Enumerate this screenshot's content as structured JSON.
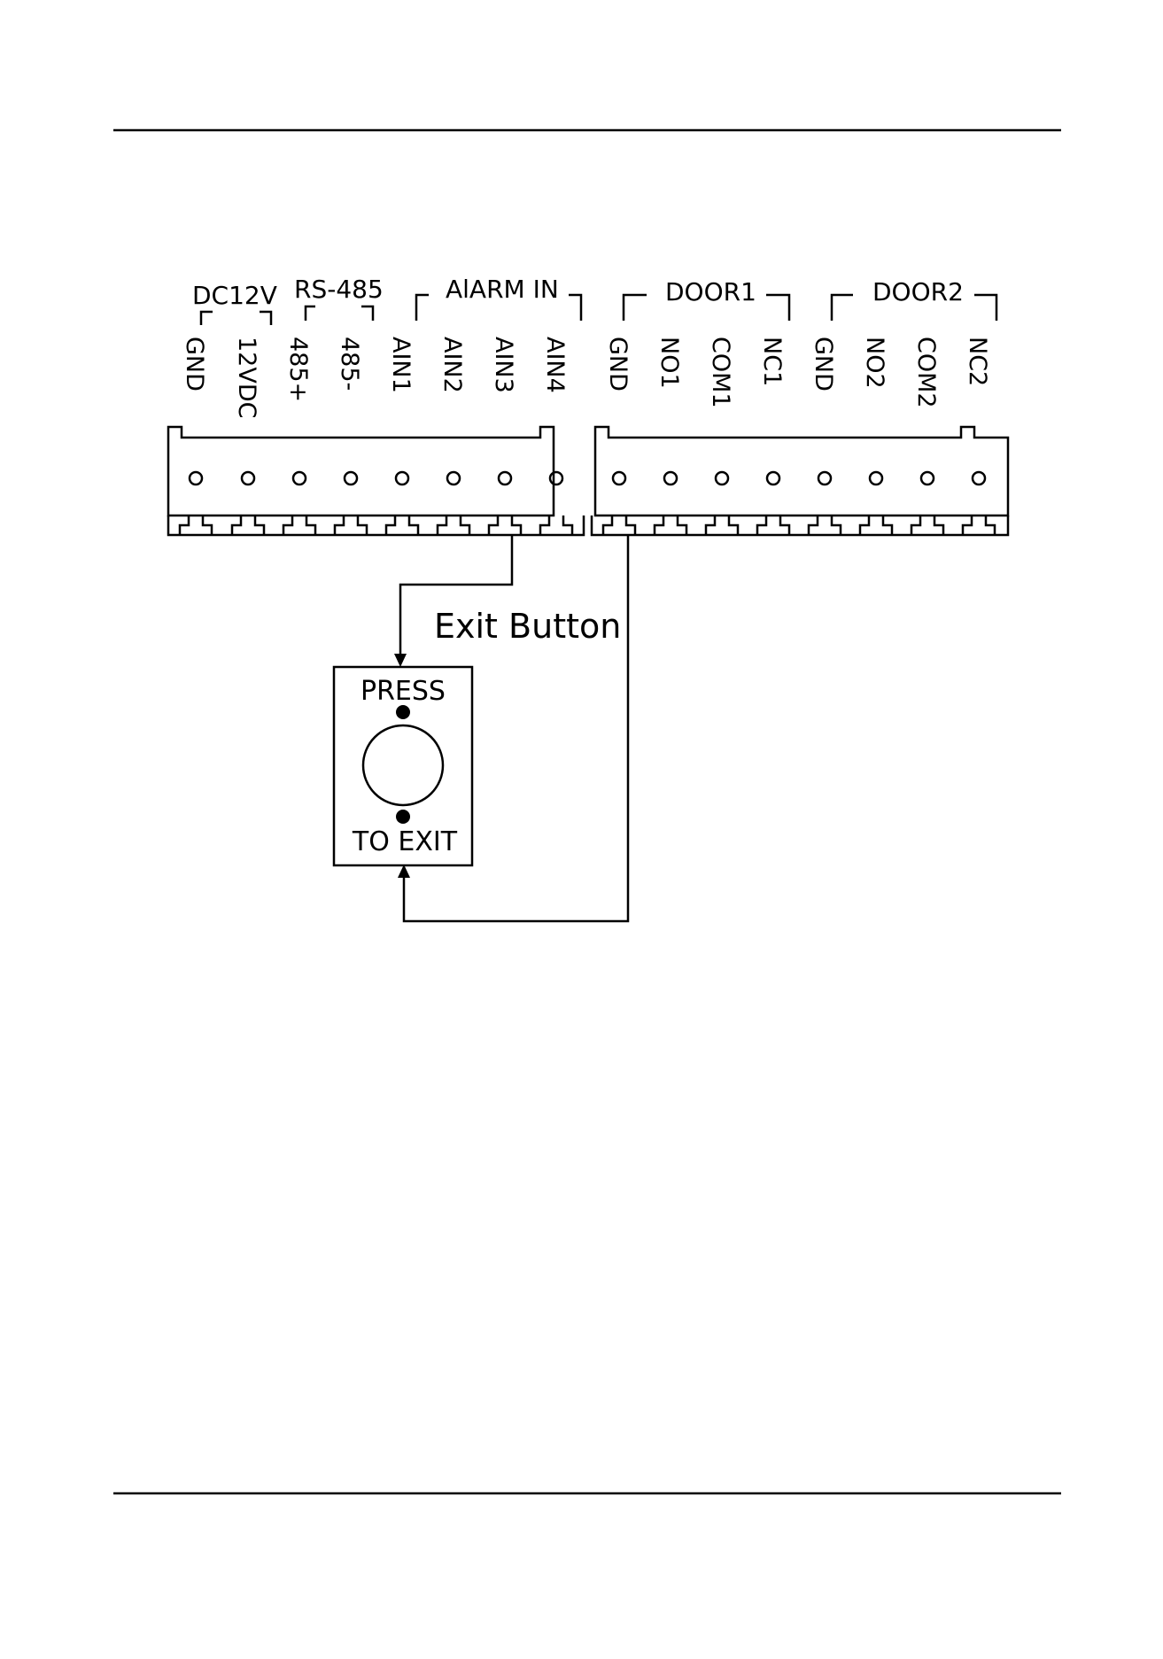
{
  "groups": {
    "dc12v": "DC12V",
    "rs485": "RS-485",
    "alarm_in": "AlARM IN",
    "door1": "DOOR1",
    "door2": "DOOR2"
  },
  "left_terminals": [
    "GND",
    "12VDC",
    "485+",
    "485-",
    "AIN1",
    "AIN2",
    "AIN3",
    "AIN4"
  ],
  "right_terminals": [
    "GND",
    "NO1",
    "COM1",
    "NC1",
    "GND",
    "NO2",
    "COM2",
    "NC2"
  ],
  "exit_button": {
    "title": "Exit Button",
    "press": "PRESS",
    "to_exit": "TO EXIT"
  }
}
